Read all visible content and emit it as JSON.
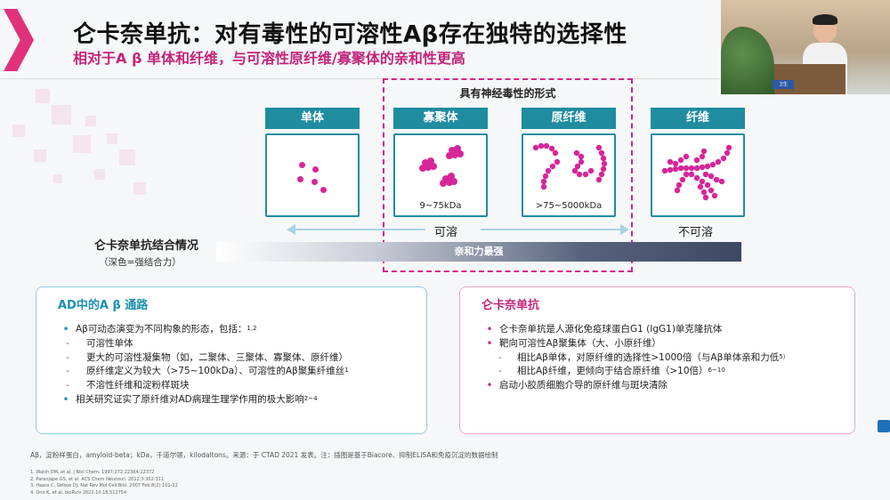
{
  "header": {
    "title": "仑卡奈单抗：对有毒性的可溶性Aβ存在独特的选择性",
    "subtitle": "相对于A β 单体和纤维，与可溶性原纤维/寡聚体的亲和性更高"
  },
  "colors": {
    "accent_pink": "#d0268c",
    "teal": "#1f8ca0",
    "left_panel_border": "#8fd0e4",
    "right_panel_border": "#e8a8c8"
  },
  "diagram": {
    "neurotoxic_label": "具有神经毒性的形式",
    "forms": [
      {
        "name": "单体",
        "size": ""
      },
      {
        "name": "寡聚体",
        "size": "9~75kDa"
      },
      {
        "name": "原纤维",
        "size": ">75~5000kDa"
      },
      {
        "name": "纤维",
        "size": ""
      }
    ],
    "soluble_label": "可溶",
    "insoluble_label": "不可溶",
    "affinity_label": "亲和力最强",
    "binding_title": "仑卡奈单抗结合情况",
    "binding_subtitle": "（深色=强结合力）"
  },
  "left_panel": {
    "title": "AD中的A β 通路",
    "items": [
      {
        "level": "main",
        "text": "Aβ可动态演变为不同构象的形态，包括：",
        "sup": "1,2"
      },
      {
        "level": "sub",
        "text": "可溶性单体",
        "sup": ""
      },
      {
        "level": "sub",
        "text": "更大的可溶性凝集物（如，二聚体、三聚体、寡聚体、原纤维）",
        "sup": ""
      },
      {
        "level": "sub",
        "text": "原纤维定义为较大（>75~100kDa）、可溶性的Aβ聚集纤维丝",
        "sup": "1"
      },
      {
        "level": "sub",
        "text": "不溶性纤维和淀粉样斑块",
        "sup": ""
      },
      {
        "level": "main",
        "text": "相关研究证实了原纤维对AD病理生理学作用的极大影响",
        "sup": "2~4"
      }
    ]
  },
  "right_panel": {
    "title": "仑卡奈单抗",
    "items": [
      {
        "level": "main",
        "text": "仑卡奈单抗是人源化免疫球蛋白G1 (IgG1)单克隆抗体",
        "sup": ""
      },
      {
        "level": "main",
        "text": "靶向可溶性Aβ聚集体（大、小原纤维）",
        "sup": ""
      },
      {
        "level": "subsub",
        "text": "相比Aβ单体，对原纤维的选择性>1000倍（与Aβ单体亲和力低",
        "sup": "5）"
      },
      {
        "level": "subsub",
        "text": "相比Aβ纤维，更倾向于结合原纤维（>10倍）",
        "sup": "6~10"
      },
      {
        "level": "main",
        "text": "启动小胶质细胞介导的原纤维与斑块清除",
        "sup": ""
      }
    ]
  },
  "footnote": "Aβ，淀粉样蛋白，amyloid-beta；kDa，千道尔顿，kilodaltons。来源：于 CTAD 2021 发表。注：插图是基于Biacore、抑制ELISA和免疫沉淀的数据绘制",
  "references": [
    "1. Walsh DM, et al. J Biol Chem. 1997;272:22364-22372",
    "2. Paranjape GS, et al. ACS Chem Neurosci. 2012;3:302-311",
    "3. Haass C, Selkoe DJ. Nat Rev Mol Cell Biol. 2007 Feb;8(2):101-12",
    "4. Ono K, et al. bioRxiv 2022.10.18.512754"
  ],
  "video": {
    "lectern_logo": "卫生"
  }
}
